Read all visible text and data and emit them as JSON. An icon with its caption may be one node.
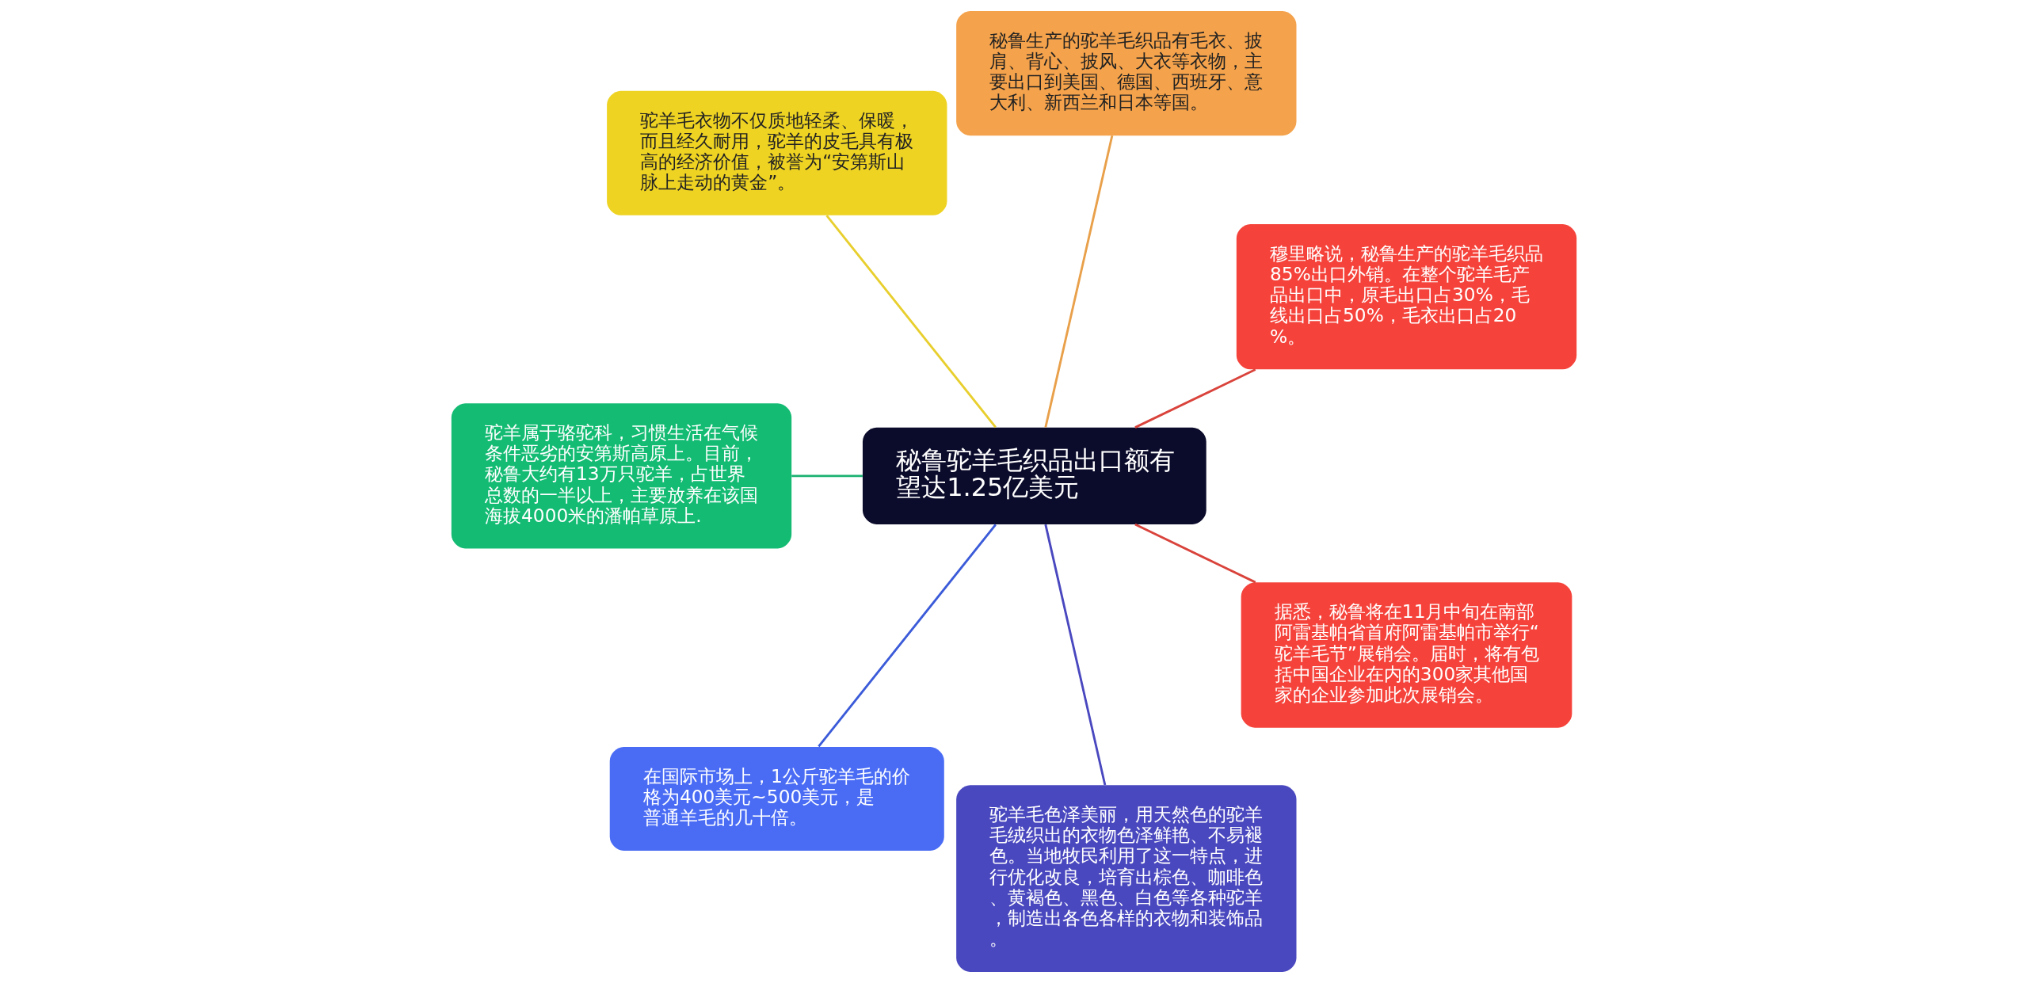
{
  "diagram": {
    "nodes": [
      {
        "text": [
          "秘鲁驼羊毛织品出口额有望达1.25亿美元"
        ]
      },
      {
        "text": [
          "穆里略说，秘鲁生产的驼羊毛织品85%出口外销。在整个驼羊毛产品出口中，原毛出口占30%，毛线出口占50%，毛衣出口占20%。"
        ]
      },
      {
        "text": [
          "秘鲁生产的驼羊毛织品有毛衣、披肩、背心、披风、大衣等衣物，主要出口到美国、德国、西班牙、意大利、新西兰和日本等国。"
        ]
      },
      {
        "text": [
          "驼羊毛衣物不仅质地轻柔、保暖，而且经久耐用，驼羊的皮毛具有极高的经济价值，被誉为“安第斯山脉上走动的黄金”。"
        ]
      },
      {
        "text": [
          "驼羊属于骆驼科，习惯生活在气候条件恶劣的安第斯高原上。目前，秘鲁大约有13万只驼羊，占世界总数的一半以上，主要放养在该国海拔4000米的潘帕草原上."
        ]
      },
      {
        "text": [
          "在国际市场上，1公斤驼羊毛的价格为400美元~500美元，是普通羊毛的几十倍。"
        ]
      },
      {
        "text": [
          "驼羊毛色泽美丽，用天然色的驼羊毛绒织出的衣物色泽鲜艳、不易褪色。当地牧民利用了这一特点，进行优化改良，培育出棕色、咖啡色、黄褐色、黑色、白色等各种驼羊，制造出各色各样的衣物和装饰品。"
        ]
      },
      {
        "text": [
          "据悉，秘鲁将在11月中旬在南部阿雷基帕省首府阿雷基帕市举行“驼羊毛节”展销会。届时，将有包括中国企业在内的300家其他国家的企业参加此次展销会。"
        ]
      }
    ],
    "edges": [
      {
        "from": 0,
        "to": 1,
        "arrow": "none",
        "color": "#d9433b"
      },
      {
        "from": 0,
        "to": 2,
        "arrow": "none",
        "color": "#e9a04a"
      },
      {
        "from": 0,
        "to": 3,
        "arrow": "none",
        "color": "#e8cf2e"
      },
      {
        "from": 0,
        "to": 4,
        "arrow": "none",
        "color": "#1ab171"
      },
      {
        "from": 0,
        "to": 5,
        "arrow": "none",
        "color": "#3b5bd9"
      },
      {
        "from": 0,
        "to": 6,
        "arrow": "none",
        "color": "#4a48bf"
      },
      {
        "from": 0,
        "to": 7,
        "arrow": "none",
        "color": "#d9433b"
      }
    ]
  }
}
